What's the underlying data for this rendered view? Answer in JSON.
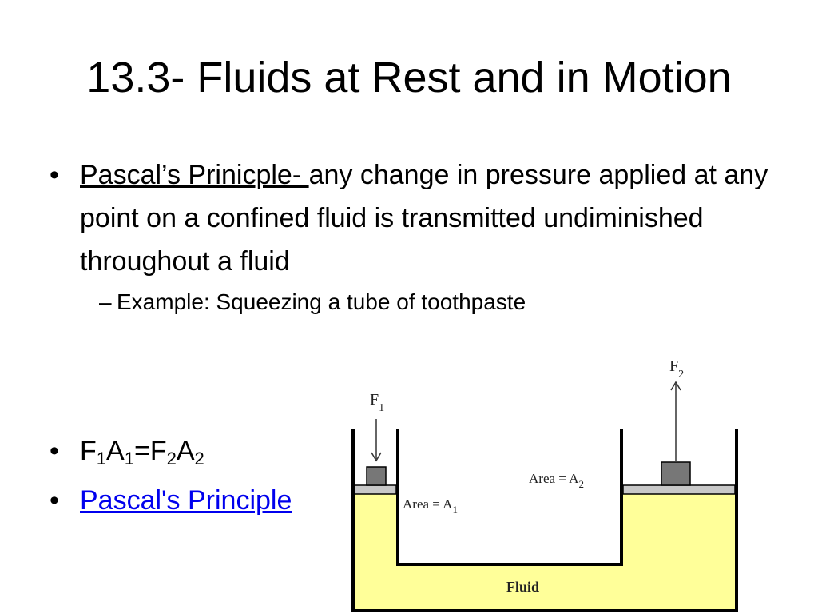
{
  "slide": {
    "title": "13.3- Fluids at Rest and in Motion",
    "bullets": [
      {
        "label": "Pascal’s Prinicple- ",
        "text": "any change in pressure applied at any point on a confined fluid is transmitted undiminished throughout a fluid",
        "sub": "Example: Squeezing a tube of toothpaste"
      }
    ],
    "formula": {
      "f1": "F",
      "s1": "1",
      "a1": "A",
      "s2": "1",
      "eq": "=",
      "f2": "F",
      "s3": "2",
      "a2": "A",
      "s4": "2"
    },
    "link_label": "Pascal's Principle"
  },
  "diagram": {
    "f1_label": "F",
    "f1_sub": "1",
    "f2_label": "F",
    "f2_sub": "2",
    "area1_label": "Area = A",
    "area1_sub": "1",
    "area2_label": "Area = A",
    "area2_sub": "2",
    "fluid_label": "Fluid",
    "colors": {
      "fluid": "#ffff99",
      "piston": "#c8c8c8",
      "weight": "#777777",
      "wall": "#000000"
    }
  }
}
